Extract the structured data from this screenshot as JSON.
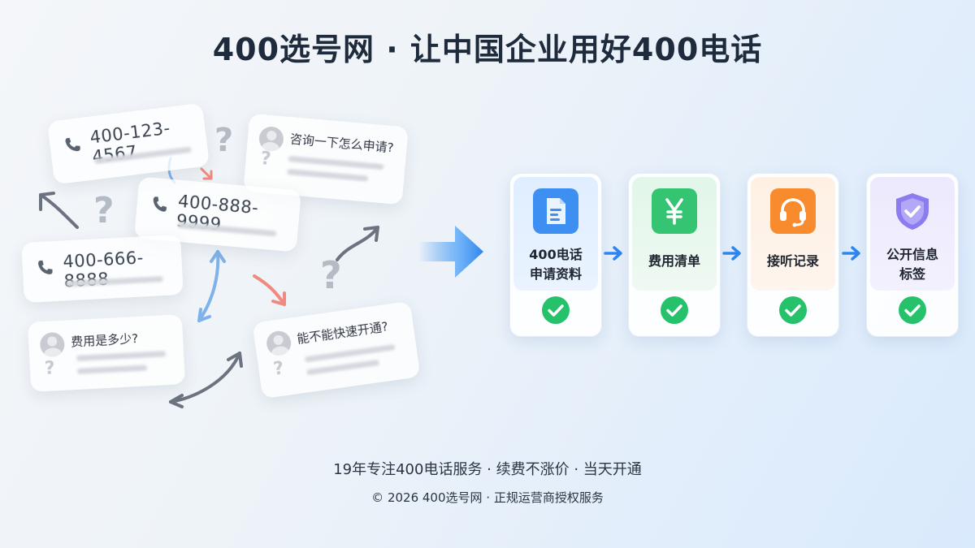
{
  "title": "400选号网 · 让中国企业用好400电话",
  "cards": {
    "phone1": "400-123-4567",
    "phone2": "400-888-9999",
    "phone3": "400-666-8888",
    "q1": "咨询一下怎么申请?",
    "q2": "费用是多少?",
    "q3": "能不能快速开通?"
  },
  "steps": [
    {
      "label_line1": "400电话",
      "label_line2": "申请资料",
      "icon": "document-icon",
      "color": "#3d8ff2"
    },
    {
      "label_line1": "费用清单",
      "label_line2": "",
      "icon": "yen-icon",
      "color": "#35c472"
    },
    {
      "label_line1": "接听记录",
      "label_line2": "",
      "icon": "headset-icon",
      "color": "#f78b2d"
    },
    {
      "label_line1": "公开信息",
      "label_line2": "标签",
      "icon": "shield-check-icon",
      "color": "#8b7cf0"
    }
  ],
  "footer": {
    "line1": "19年专注400电话服务 · 续费不涨价 · 当天开通",
    "line2": "© 2026 400选号网 · 正规运营商授权服务"
  }
}
